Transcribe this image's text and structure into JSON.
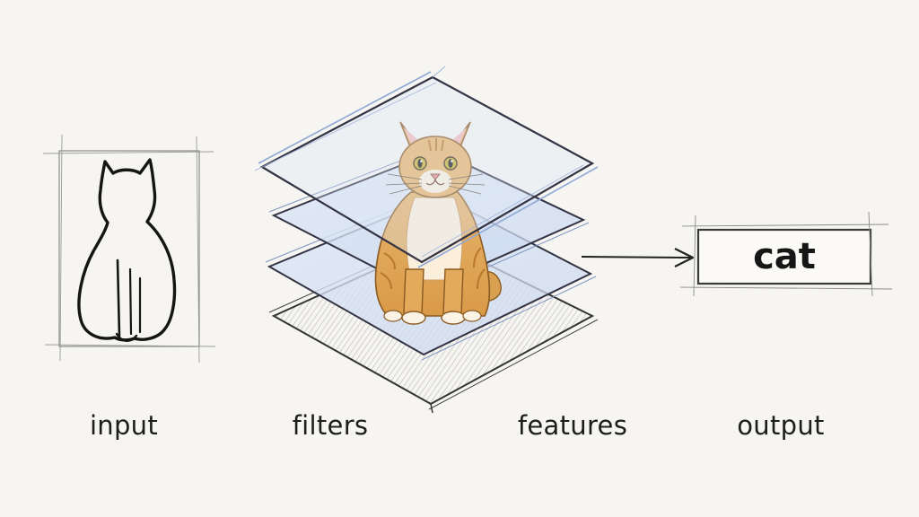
{
  "labels": {
    "input": "input",
    "filters": "filters",
    "features": "features",
    "output": "output"
  },
  "output_box": {
    "text": "cat"
  },
  "colors": {
    "background": "#f6f5f2",
    "pencil": "#1d1d1d",
    "filter_blue": "#8fa8d4",
    "cat_orange": "#e0a85c",
    "base_grey": "#9a9a9a"
  }
}
